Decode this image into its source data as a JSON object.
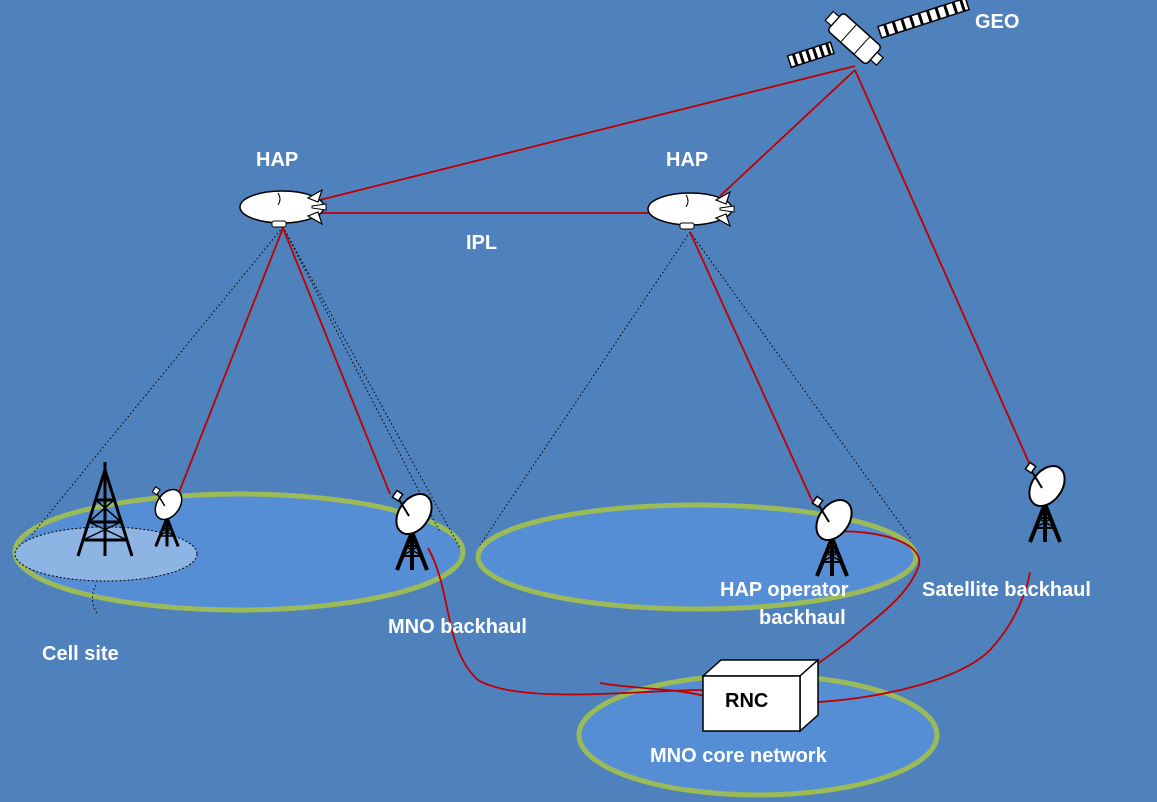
{
  "labels": {
    "geo": "GEO",
    "hap_left": "HAP",
    "hap_right": "HAP",
    "ipl": "IPL",
    "cell_site": "Cell site",
    "mno_backhaul": "MNO backhaul",
    "hap_operator_backhaul_line1": "HAP operator",
    "hap_operator_backhaul_line2": "backhaul",
    "satellite_backhaul": "Satellite backhaul",
    "rnc": "RNC",
    "mno_core_network": "MNO core network"
  },
  "colors": {
    "background": "#4f81bd",
    "link": "#c00000",
    "coverage_fill": "#558ed5",
    "coverage_ring": "#9bbb59",
    "cell_fill": "#8eb4e3",
    "label": "#ffffff"
  }
}
